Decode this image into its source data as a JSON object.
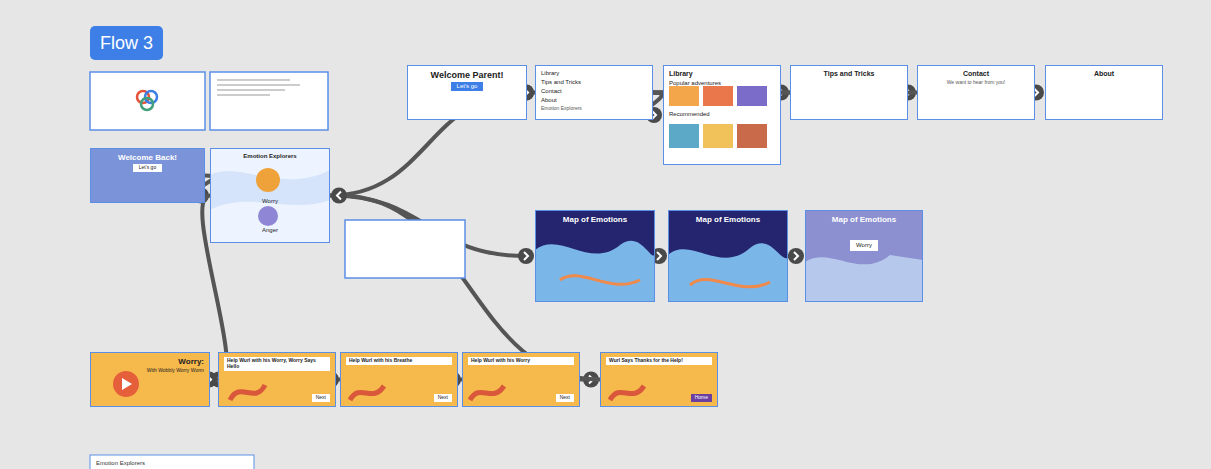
{
  "diagram": {
    "title": "Flow 3",
    "nodes": [
      {
        "text": [
          "Welcome Parent!",
          "Let's go"
        ]
      },
      {
        "text": [
          "Library",
          "Tips and Tricks",
          "Contact",
          "About",
          "Emotion Explorers"
        ]
      },
      {
        "text": [
          "Library",
          "Popular adventures",
          "Recommended"
        ]
      },
      {
        "text": [
          "Tips and Tricks"
        ]
      },
      {
        "text": [
          "Contact",
          "We want to hear from you!"
        ]
      },
      {
        "text": [
          "About"
        ]
      },
      {
        "text": [
          "Welcome Back!",
          "Let's go"
        ]
      },
      {
        "text": [
          "Emotion Explorers",
          "Worry",
          "Anger"
        ]
      },
      {
        "text": [
          "Map of Emotions"
        ]
      },
      {
        "text": [
          "Map of Emotions"
        ]
      },
      {
        "text": [
          "Map of Emotions",
          "Worry"
        ]
      },
      {
        "text": [
          "Worry:",
          "With Wobbly Worry Worm"
        ]
      },
      {
        "text": [
          "Help Wurl with his Worry, Worry Says Hello",
          "Next"
        ]
      },
      {
        "text": [
          "Help Wurl with his Breathe",
          "Next"
        ]
      },
      {
        "text": [
          "Help Wurl with his Worry",
          "Next"
        ]
      },
      {
        "text": [
          "Wurl Says Thanks for the Help!",
          "Home"
        ]
      }
    ],
    "edges": [
      {
        "from": 6,
        "to": 7,
        "arrow": "to"
      },
      {
        "from": 7,
        "to": 8,
        "arrow": "to"
      },
      {
        "from": 7,
        "to": 11,
        "arrow": "to"
      },
      {
        "from": 11,
        "to": 12,
        "arrow": "to"
      },
      {
        "from": 12,
        "to": 13,
        "arrow": "to"
      },
      {
        "from": 13,
        "to": 14,
        "arrow": "to"
      },
      {
        "from": 14,
        "to": 15,
        "arrow": "to"
      },
      {
        "from": 8,
        "to": 9,
        "arrow": "to"
      },
      {
        "from": 9,
        "to": 10,
        "arrow": "to"
      },
      {
        "from": 0,
        "to": 1,
        "arrow": "to"
      },
      {
        "from": 1,
        "to": 2,
        "arrow": "to"
      },
      {
        "from": 1,
        "to": 3,
        "arrow": "to"
      },
      {
        "from": 1,
        "to": 4,
        "arrow": "to"
      },
      {
        "from": 1,
        "to": 5,
        "arrow": "to"
      },
      {
        "from": 7,
        "to": 1,
        "arrow": "to"
      },
      {
        "from": 15,
        "to": 7,
        "arrow": "to"
      }
    ],
    "labels": [
      "Emotion Explorers"
    ]
  }
}
